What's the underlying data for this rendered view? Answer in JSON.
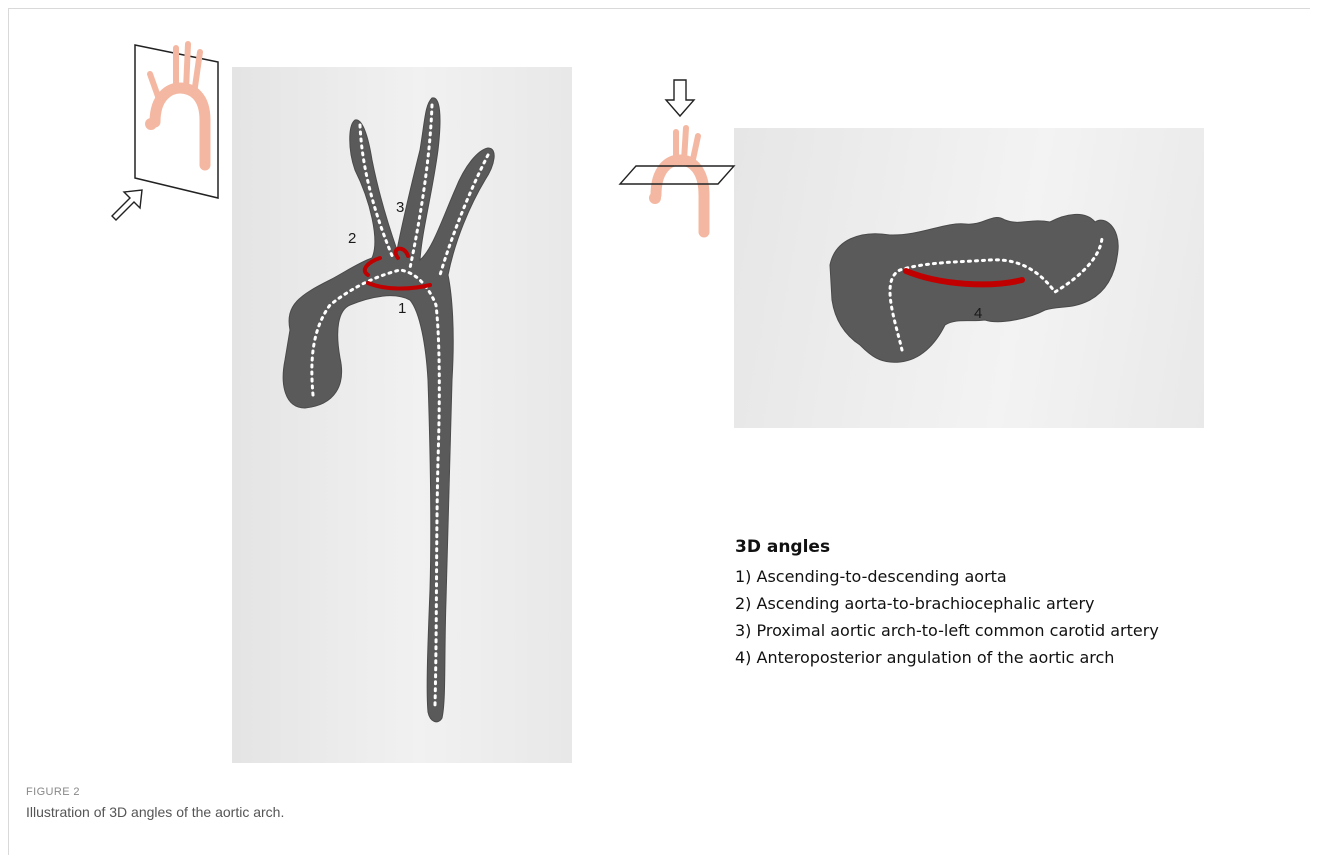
{
  "figure": {
    "label": "FIGURE 2",
    "caption": "Illustration of 3D angles of the aortic arch."
  },
  "angle_numbers": {
    "n1": "1",
    "n2": "2",
    "n3": "3",
    "n4": "4"
  },
  "legend": {
    "title": "3D angles",
    "items": [
      "1) Ascending-to-descending aorta",
      "2) Ascending aorta-to-brachiocephalic artery",
      "3) Proximal aortic arch-to-left common carotid artery",
      "4) Anteroposterior angulation of the aortic arch"
    ]
  },
  "colors": {
    "aorta": "#5a5a5a",
    "angle_marker": "#c00000",
    "schematic": "#f4b8a2"
  },
  "icons": [
    "arrow-icon",
    "projection-plane-icon",
    "aorta-schematic-icon"
  ]
}
